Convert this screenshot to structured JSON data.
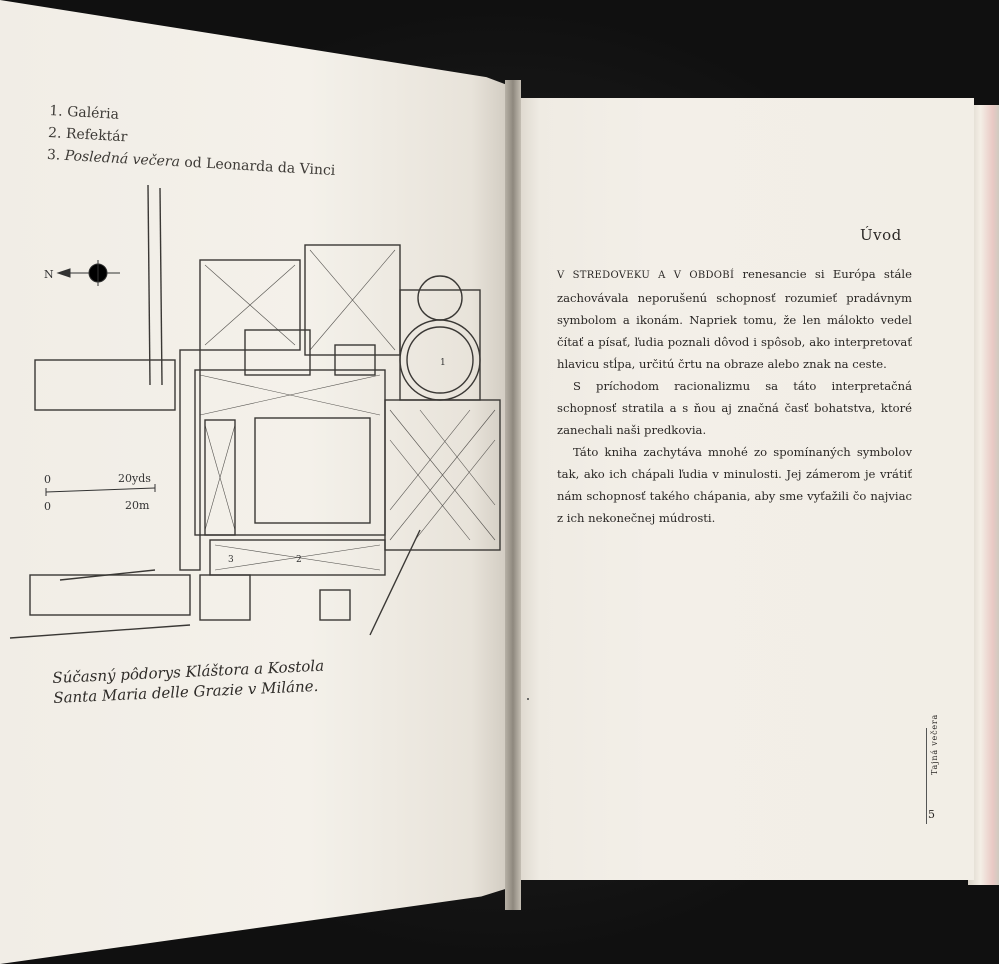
{
  "left_page": {
    "legend": {
      "item1": "1. Galéria",
      "item2": "2. Refektár",
      "item3_num": "3.",
      "item3_title": "Posledná večera",
      "item3_rest": " od Leonarda da Vinci"
    },
    "plan": {
      "north": "N",
      "scale_top_left": "0",
      "scale_top_right": "20yds",
      "scale_bottom_left": "0",
      "scale_bottom_right": "20m",
      "room1": "1",
      "room2": "2",
      "room3": "3"
    },
    "caption_line1": "Súčasný pôdorys Kláštora a Kostola",
    "caption_line2": "Santa Maria delle Grazie v Miláne."
  },
  "right_page": {
    "chapter_title": "Úvod",
    "paragraphs": {
      "p1_lead": "V stredoveku a v období",
      "p1_rest": " renesancie si Európa stále zachovávala neporušenú schopnosť rozumieť pradávnym symbolom a ikonám. Napriek tomu, že len málokto vedel čítať a písať, ľudia poznali dôvod i spôsob, ako interpretovať hlavicu stĺpa, určitú črtu na obraze alebo znak na ceste.",
      "p2": "S príchodom racionalizmu sa táto interpretačná schopnosť stratila a s ňou aj značná časť bohatstva, ktoré zanechali naši predkovia.",
      "p3": "Táto kniha zachytáva mnohé zo spomínaných symbolov tak, ako ich chápali ľudia v minulosti. Jej zámerom je vrátiť nám schopnosť takého chápania, aby sme vyťažili čo najviac z ich nekonečnej múdrosti."
    },
    "running_head": "Tajná večera",
    "page_number": "5"
  }
}
